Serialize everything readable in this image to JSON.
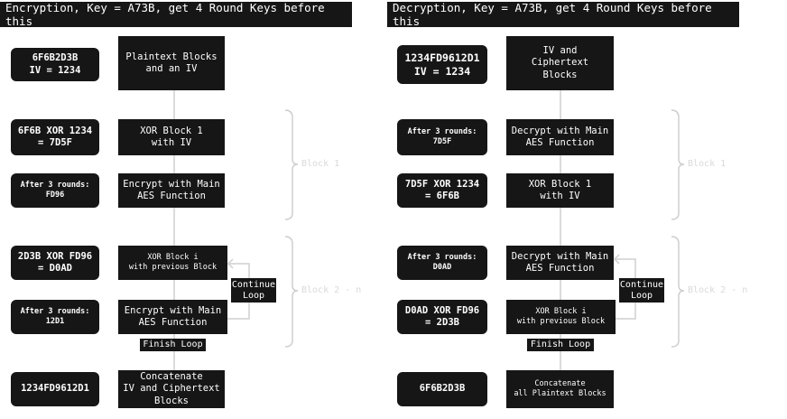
{
  "encryption": {
    "title": "Encryption, Key = A73B, get 4 Round Keys before this",
    "values": [
      "6F6B2D3B\nIV = 1234",
      "6F6B XOR 1234\n= 7D5F",
      "After 3 rounds:\nFD96",
      "2D3B XOR FD96\n= D0AD",
      "After 3 rounds:\n12D1",
      "1234FD9612D1"
    ],
    "steps": [
      "Plaintext Blocks\nand an IV",
      "XOR Block 1\nwith IV",
      "Encrypt with Main\nAES Function",
      "XOR Block i\nwith previous Block",
      "Encrypt with Main\nAES Function",
      "Concatenate\nIV and Ciphertext\nBlocks"
    ],
    "continue_loop": "Continue\nLoop",
    "finish_loop": "Finish Loop",
    "brace1": "Block 1",
    "brace2": "Block 2 - n"
  },
  "decryption": {
    "title": "Decryption, Key = A73B, get 4 Round Keys before this",
    "values": [
      "1234FD9612D1\nIV = 1234",
      "After 3 rounds:\n7D5F",
      "7D5F XOR 1234\n= 6F6B",
      "After 3 rounds:\nD0AD",
      "D0AD XOR FD96\n= 2D3B",
      "6F6B2D3B"
    ],
    "steps": [
      "IV and\nCiphertext\nBlocks",
      "Decrypt with Main\nAES Function",
      "XOR Block 1\nwith IV",
      "Decrypt with Main\nAES Function",
      "XOR Block i\nwith previous Block",
      "Concatenate\nall Plaintext Blocks"
    ],
    "continue_loop": "Continue\nLoop",
    "finish_loop": "Finish Loop",
    "brace1": "Block 1",
    "brace2": "Block 2 - n"
  }
}
